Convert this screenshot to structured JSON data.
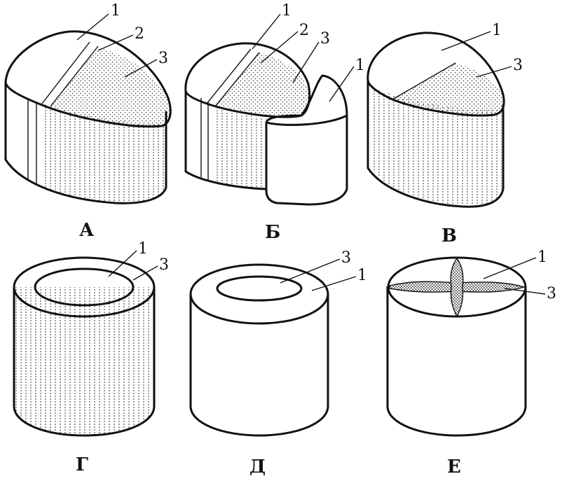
{
  "figures": [
    {
      "caption": "А",
      "labels": [
        "1",
        "2",
        "3"
      ]
    },
    {
      "caption": "Б",
      "labels": [
        "1",
        "2",
        "3",
        "1"
      ]
    },
    {
      "caption": "В",
      "labels": [
        "1",
        "3"
      ]
    },
    {
      "caption": "Г",
      "labels": [
        "1",
        "3"
      ]
    },
    {
      "caption": "Д",
      "labels": [
        "3",
        "1"
      ]
    },
    {
      "caption": "Е",
      "labels": [
        "1",
        "3"
      ]
    }
  ],
  "colors": {
    "ink": "#111111",
    "paper": "#ffffff"
  }
}
